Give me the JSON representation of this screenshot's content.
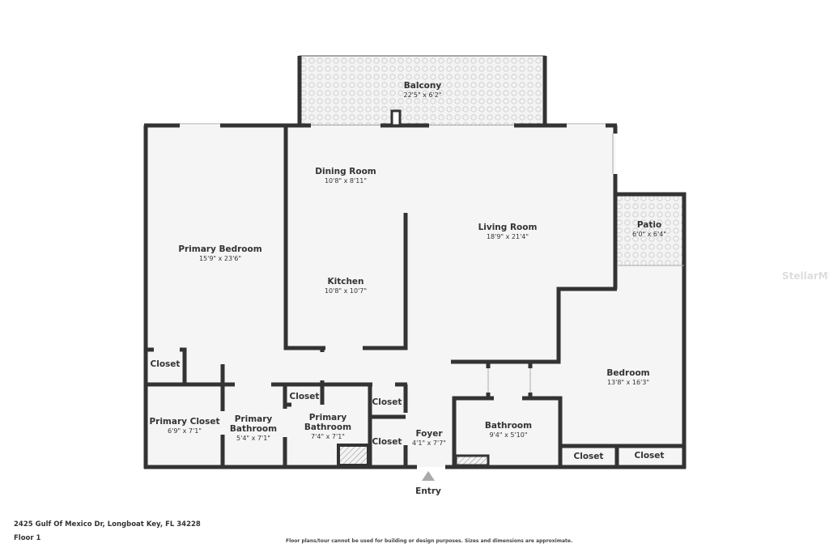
{
  "address": "2425 Gulf Of Mexico Dr, Longboat Key, FL 34228",
  "floor": "Floor 1",
  "disclaimer": "Floor plans/tour cannot be used for building or design purposes. Sizes and dimensions are approximate.",
  "watermark": "StellarMLS",
  "entry_label": "Entry",
  "colors": {
    "wall": "#333333",
    "floor": "#f5f5f5",
    "hatch": "#999999"
  },
  "rooms": [
    {
      "name": "Balcony",
      "dims": "22'5\" x 6'2\""
    },
    {
      "name": "Dining Room",
      "dims": "10'8\" x 8'11\""
    },
    {
      "name": "Living Room",
      "dims": "18'9\" x 21'4\""
    },
    {
      "name": "Patio",
      "dims": "6'0\" x 6'4\""
    },
    {
      "name": "Primary Bedroom",
      "dims": "15'9\" x 23'6\""
    },
    {
      "name": "Kitchen",
      "dims": "10'8\" x 10'7\""
    },
    {
      "name": "Bedroom",
      "dims": "13'8\" x 16'3\""
    },
    {
      "name": "Closet",
      "dims": ""
    },
    {
      "name": "Primary Closet",
      "dims": "6'9\" x 7'1\""
    },
    {
      "name": "Primary Bathroom",
      "dims": "5'4\" x 7'1\""
    },
    {
      "name": "Closet",
      "dims": ""
    },
    {
      "name": "Primary Bathroom",
      "dims": "7'4\" x 7'1\""
    },
    {
      "name": "Closet",
      "dims": ""
    },
    {
      "name": "Closet",
      "dims": ""
    },
    {
      "name": "Foyer",
      "dims": "4'1\" x 7'7\""
    },
    {
      "name": "Bathroom",
      "dims": "9'4\" x 5'10\""
    },
    {
      "name": "Closet",
      "dims": ""
    },
    {
      "name": "Closet",
      "dims": ""
    }
  ]
}
